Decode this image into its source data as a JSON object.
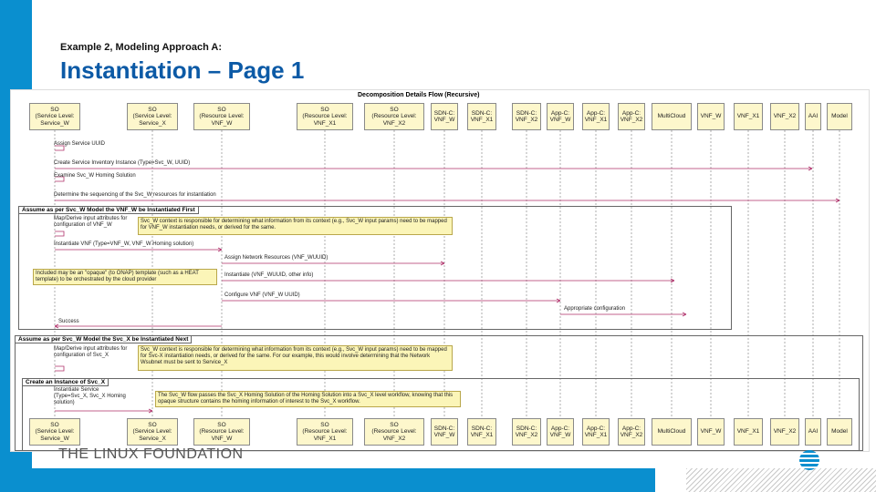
{
  "header": {
    "subtitle": "Example 2, Modeling Approach A:",
    "title": "Instantiation – Page 1"
  },
  "footer": {
    "logo_text": "THE LINUX FOUNDATION"
  },
  "diagram": {
    "title": "Decomposition Details Flow (Recursive)",
    "participants": [
      "SO\n(Service Level:\nService_W",
      "SO\n(Service Level:\nService_X",
      "SO\n(Resource Level:\nVNF_W",
      "SO\n(Resource Level:\nVNF_X1",
      "SO\n(Resource Level:\nVNF_X2",
      "SDN-C:\nVNF_W",
      "SDN-C:\nVNF_X1",
      "SDN-C:\nVNF_X2",
      "App-C:\nVNF_W",
      "App-C:\nVNF_X1",
      "App-C:\nVNF_X2",
      "MultiCloud",
      "VNF_W",
      "VNF_X1",
      "VNF_X2",
      "AAI",
      "Model"
    ],
    "messages": [
      "Assign Service UUID",
      "Create Service Inventory Instance (Type=Svc_W, UUID)",
      "Examine Svc_W Homing Solution",
      "Determine the sequencing of the Svc_W resources for instantiation",
      "Map/Derive input attributes for configuration of VNF_W",
      "Instantiate VNF (Type=VNF_W, VNF_W Homing solution)",
      "Assign Network Resources (VNF_WUUID)",
      "Instantiate (VNF_WUUID, other info)",
      "Configure VNF (VNF_W UUID)",
      "Appropriate configuration",
      "Success",
      "Map/Derive input attributes for configuration of Svc_X",
      "Instantiate Service (Type=Svc_X, Svc_X Homing solution)"
    ],
    "frames": [
      "Assume as per Svc_W Model the VNF_W be Instantiated First",
      "Assume as per Svc_W Model the Svc_X be Instantiated Next",
      "Create an Instance of Svc_X"
    ],
    "notes": [
      "Svc_W context is responsible for determining what information from its context (e.g., Svc_W input params) need to be mapped for VNF_W instantiation needs, or derived for the same.",
      "Included may be an \"opaque\" (to ONAP) template (such as a HEAT template) to be orchestrated by the cloud provider",
      "Svc_W context is responsible for determining what information from its context (e.g., Svc_W input params) need to be mapped for Svc-X instantiation needs, or derived for the same. For our example, this would involve determining that the Network Wsubnet must be sent to Service_X",
      "The Svc_W flow passes the Svc_X Homing Solution of the Homing Solution into a Svc_X level workflow, knowing that this opaque structure contains the homing information of interest to the Svc_X workflow."
    ]
  }
}
